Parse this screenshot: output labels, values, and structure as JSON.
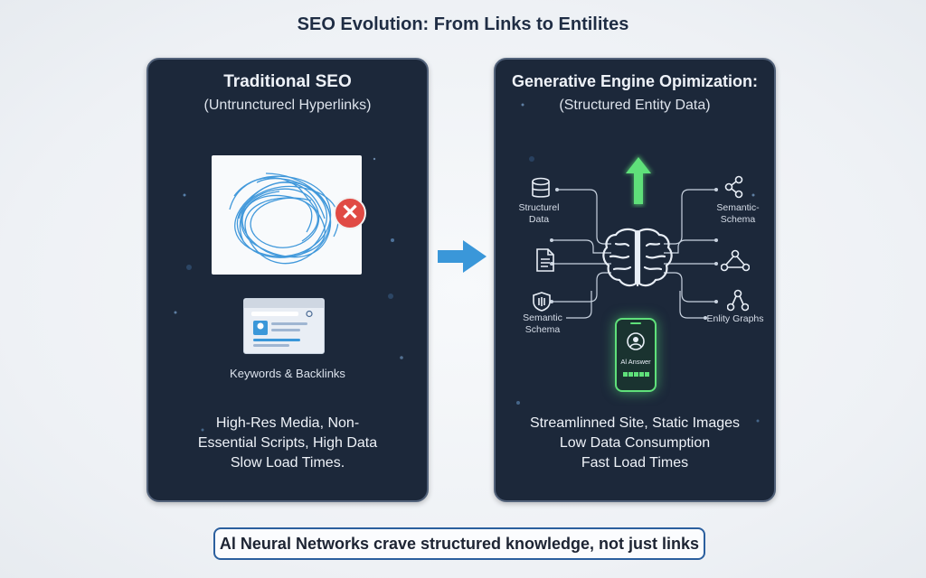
{
  "title": "SEO Evolution: From Links to Entilites",
  "left_panel": {
    "heading": "Traditional SEO",
    "subheading": "(Untruncturecl Hyperlinks)",
    "caption": "Keywords & Backlinks",
    "bottom_lines": [
      "High-Res Media, Non-",
      "Essential Scripts, High Data",
      "Slow Load Times."
    ]
  },
  "right_panel": {
    "heading": "Generative Engine Opimization:",
    "subheading": "(Structured Entity Data)",
    "labels": {
      "structured_data": [
        "Structurel",
        "Data"
      ],
      "semantic_schema_left": [
        "Semantic",
        "Schema"
      ],
      "semantic_schema_right": [
        "Semantic-",
        "Schema"
      ],
      "entity_graphs": "Enlity Graphs"
    },
    "phone_label": "Al Answer",
    "bottom_lines": [
      "Streamlinned Site, Static Images",
      "Low Data Consumption",
      "Fast Load Times"
    ]
  },
  "callout": "Al Neural Networks crave structured knowledge, not just links",
  "colors": {
    "panel_bg": "#1c283a",
    "accent_green": "#5fe07a",
    "accent_blue": "#3a97d9",
    "error_red": "#e04a44"
  },
  "icons": [
    "x-mark-icon",
    "arrow-right-icon",
    "arrow-up-icon",
    "brain-icon",
    "database-icon",
    "document-icon",
    "shield-icon",
    "network-icon",
    "graph-icon",
    "hierarchy-icon",
    "phone-icon",
    "avatar-icon",
    "browser-icon"
  ]
}
